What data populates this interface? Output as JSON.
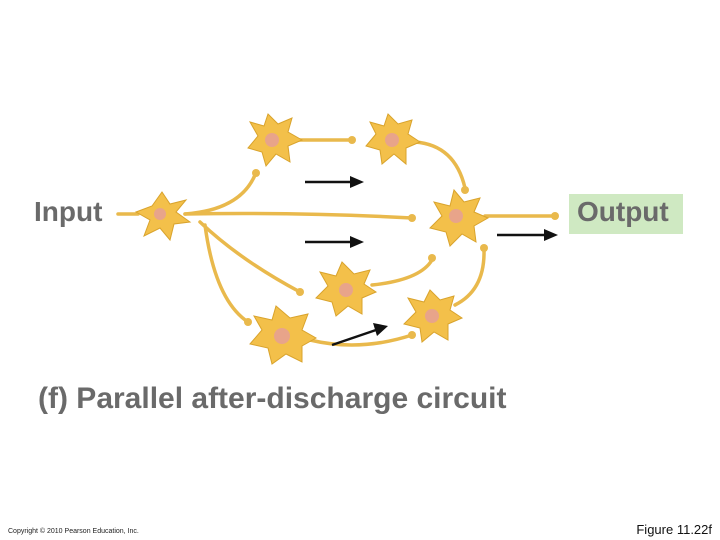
{
  "diagram": {
    "input_label": "Input",
    "output_label": "Output",
    "caption": "(f) Parallel after-discharge circuit"
  },
  "footer": {
    "copyright": "Copyright © 2010 Pearson Education, Inc.",
    "figure_number": "Figure 11.22f"
  },
  "colors": {
    "neuron_fill": "#f3c04a",
    "neuron_stroke": "#d9a32c",
    "nucleus": "#e8a48a",
    "axon": "#e9b94c",
    "output_box": "#cfe9c2",
    "arrow": "#111111",
    "label_text": "#6a6a6a"
  }
}
